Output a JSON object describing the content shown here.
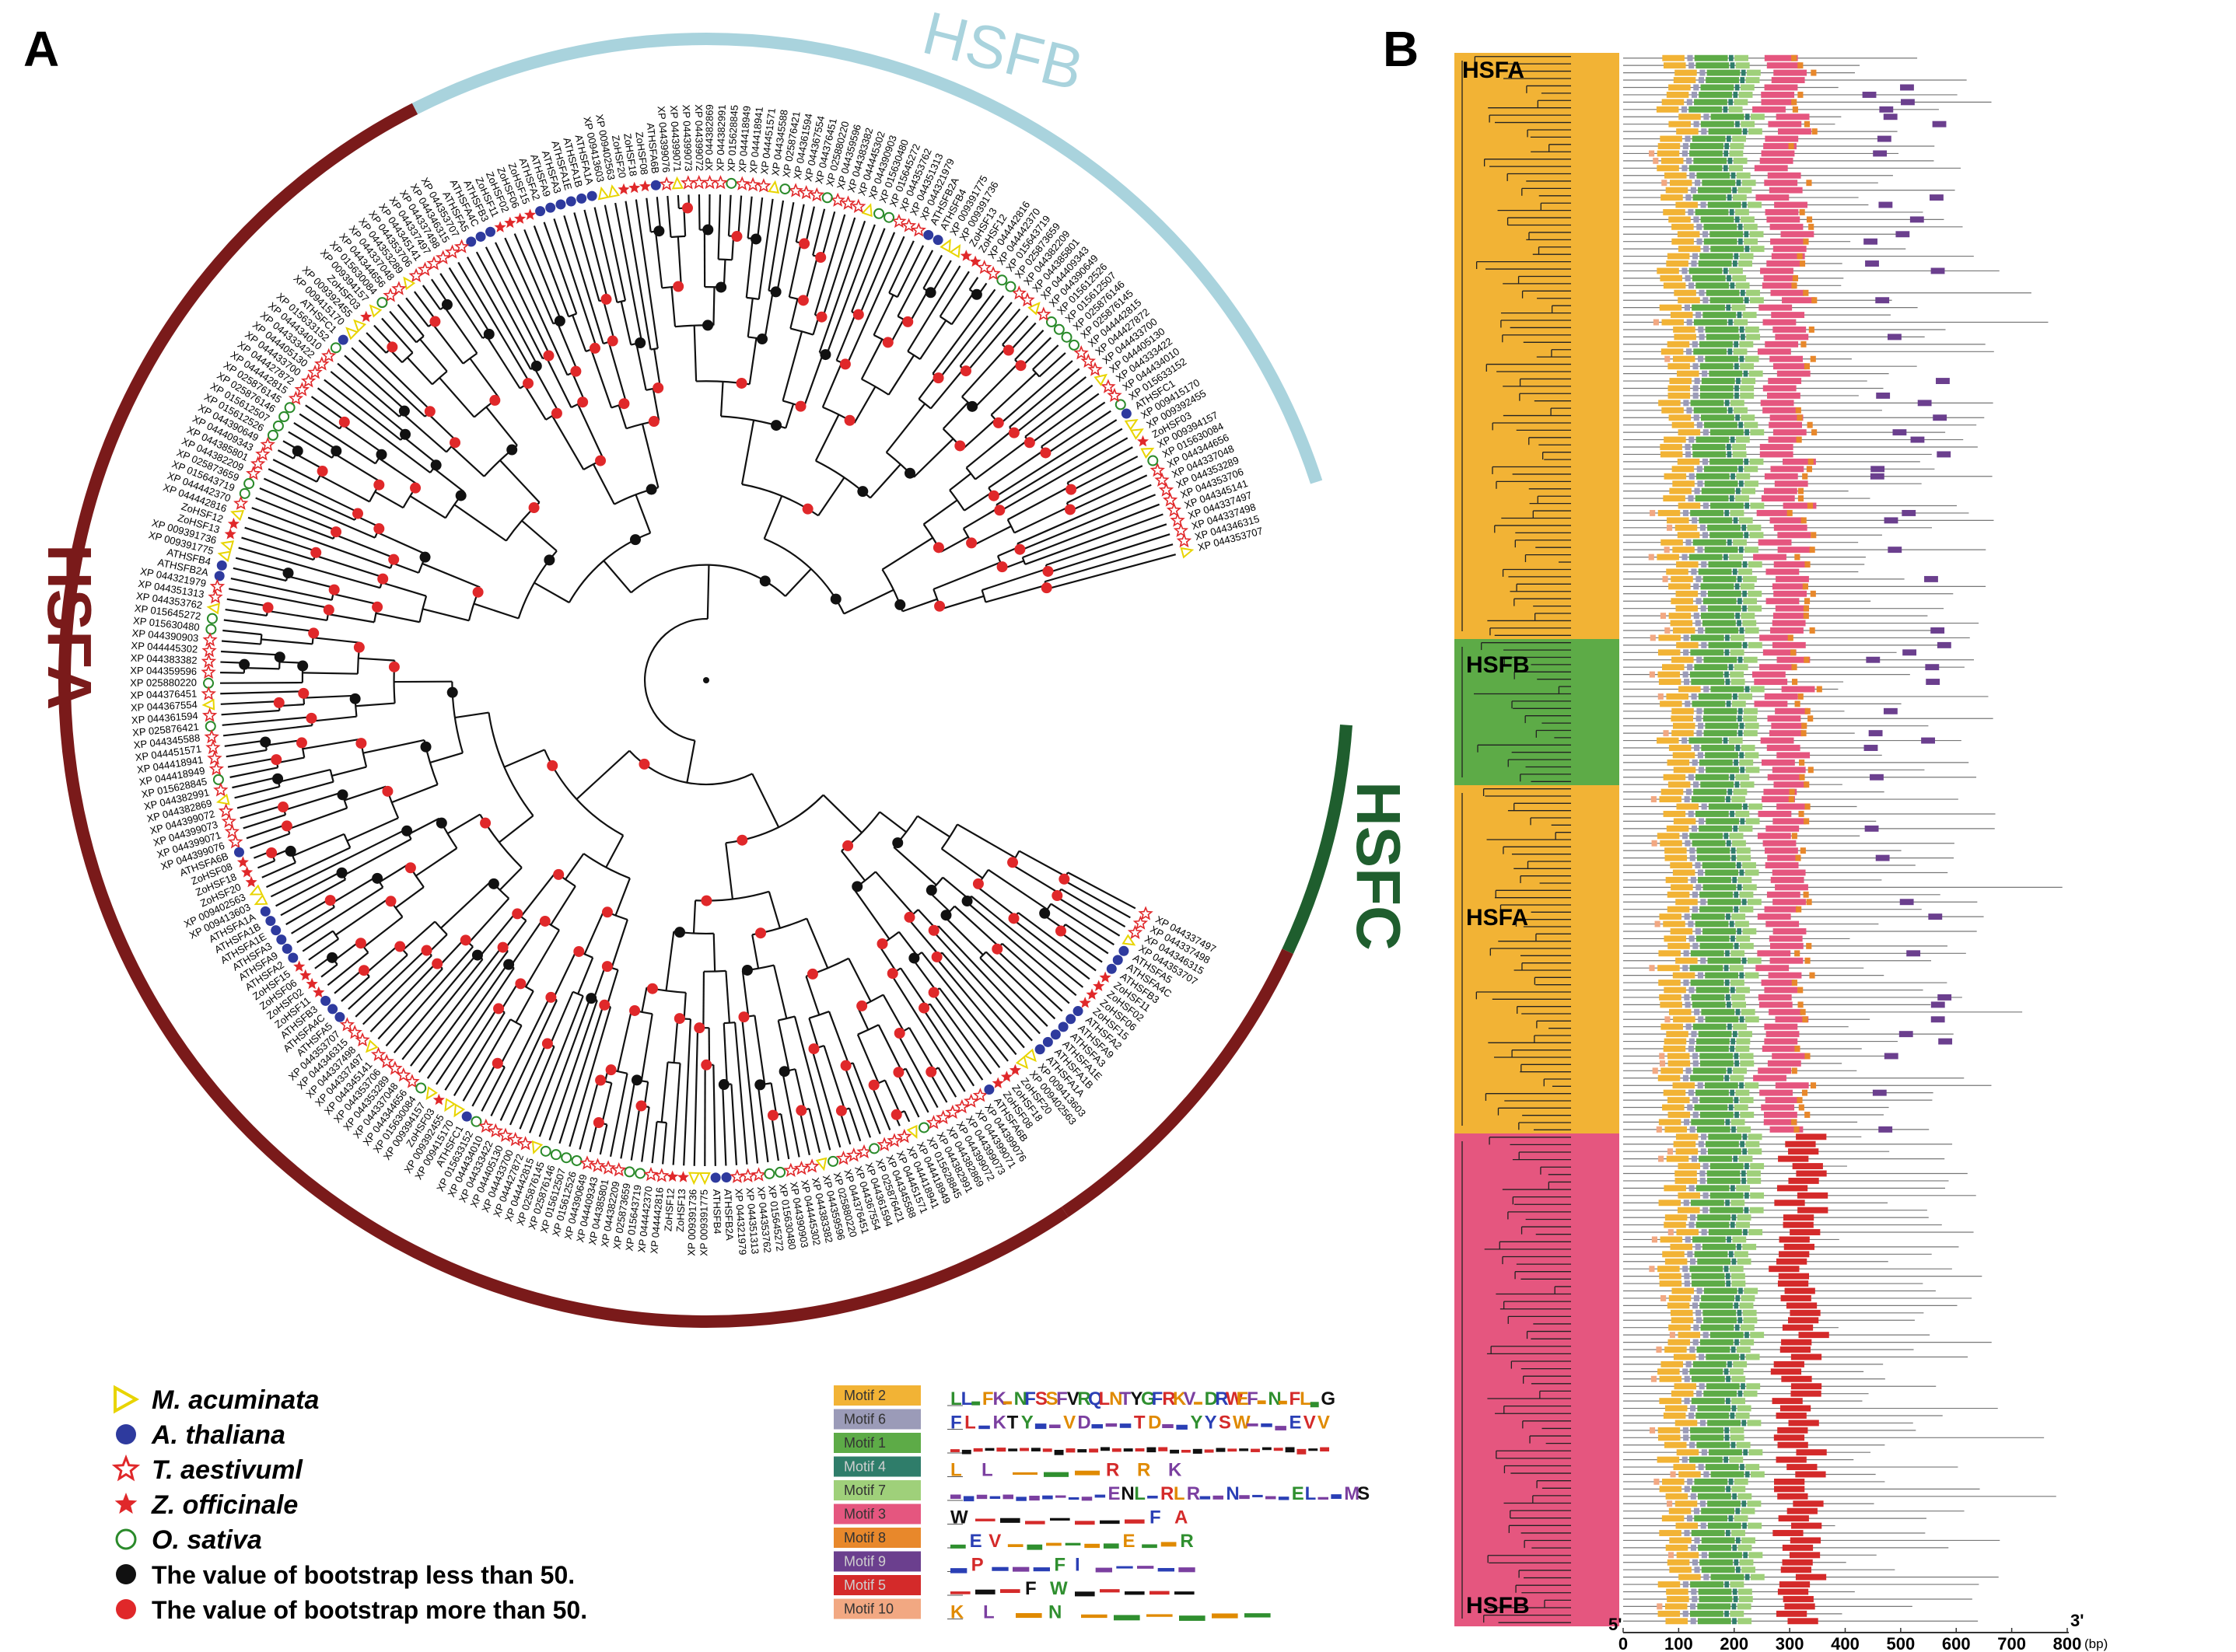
{
  "panels": {
    "a": {
      "letter": "A",
      "clade_labels": {
        "hsfb": "HSFB",
        "hsfa": "HSFA",
        "hsfc": "HSFC"
      },
      "colors": {
        "hsfa": "#7a1a1a",
        "hsfb": "#a9d3dd",
        "hsfc": "#1f5e2e",
        "musa": "#e8d400",
        "arabidopsis": "#2e3a9e",
        "triticum": "#e0282a",
        "zingiber": "#e0282a",
        "oryza": "#2a8a2a",
        "boot_low": "#111111",
        "boot_high": "#e0282a"
      },
      "tip_samples": [
        "XP 044353707",
        "XP 044346315",
        "XP 044337498",
        "XP 044337497",
        "XP 044345141",
        "XP 044353706",
        "XP 044353289",
        "XP 044337048",
        "XP 044344656",
        "XP 015630084",
        "XP 009394157",
        "ZoHSF03",
        "XP 009392455",
        "XP 009415170",
        "ATHSFC1",
        "XP 015633152",
        "XP 044434010",
        "XP 044333422",
        "XP 044405130",
        "XP 044433700",
        "XP 044427872",
        "XP 044442815",
        "XP 025876145",
        "XP 025876146",
        "XP 015612507",
        "XP 015612526",
        "XP 044390649",
        "XP 044409343",
        "XP 044385801",
        "XP 044382209",
        "XP 025873659",
        "XP 015643719",
        "XP 044442370",
        "XP 044442816",
        "ZoHSF12",
        "ZoHSF13",
        "XP 009391736",
        "XP 009391775",
        "ATHSFB4",
        "ATHSFB2A",
        "XP 044321979",
        "XP 044351313",
        "XP 044353762",
        "XP 015645272",
        "XP 015630480",
        "XP 044390903",
        "XP 044445302",
        "XP 044383382",
        "XP 044359596",
        "XP 025880220",
        "XP 044376451",
        "XP 044367554",
        "XP 044361594",
        "XP 025876421",
        "XP 044345588",
        "XP 044451571",
        "XP 044418941",
        "XP 044418949",
        "XP 015628845",
        "XP 044382991",
        "XP 044382869",
        "XP 044399072",
        "XP 044399073",
        "XP 044399071",
        "XP 044399076",
        "ATHSFA6B",
        "ZoHSF08",
        "ZoHSF18",
        "ZoHSF20",
        "XP 009402563",
        "XP 009413603",
        "ATHSFA1A",
        "ATHSFA1B",
        "ATHSFA1E",
        "ATHSFA3",
        "ATHSFA9",
        "ATHSFA2",
        "ZoHSF15",
        "ZoHSF06",
        "ZoHSF02",
        "ZoHSF11",
        "ATHSFB3",
        "ATHSFA4C",
        "ATHSFA5"
      ]
    },
    "b": {
      "letter": "B",
      "group_labels": {
        "hsfa_top": "HSFA",
        "hsfb_mid": "HSFB",
        "hsfa_low": "HSFA",
        "hsfb_bottom": "HSFB"
      },
      "group_colors": {
        "hsfa": "#f2b335",
        "hsfb": "#5dab47",
        "hsfb_bottom": "#e5567f"
      },
      "axis": {
        "ticks": [
          "0",
          "100",
          "200",
          "300",
          "400",
          "500",
          "600",
          "700",
          "800"
        ],
        "unit": "(bp)",
        "five_prime": "5'",
        "three_prime": "3'",
        "max_bp": 800
      }
    }
  },
  "legend": {
    "species": [
      {
        "symbol": "open-triangle",
        "name": "M. acuminata",
        "color": "#e8d400"
      },
      {
        "symbol": "filled-circle",
        "name": "A. thaliana",
        "color": "#2e3a9e"
      },
      {
        "symbol": "open-star",
        "name": "T. aestivuml",
        "color": "#e0282a"
      },
      {
        "symbol": "filled-star",
        "name": "Z. officinale",
        "color": "#e0282a"
      },
      {
        "symbol": "open-circle",
        "name": "O. sativa",
        "color": "#2a8a2a"
      }
    ],
    "bootstrap": [
      {
        "label": "The value of bootstrap less than 50.",
        "color": "#111111"
      },
      {
        "label": "The value of bootstrap more than 50.",
        "color": "#e0282a"
      }
    ]
  },
  "motifs": [
    {
      "name": "Motif 2",
      "color": "#f2b335",
      "logo": "LL·FK·NFSSFVRQLNTYGFRKV·DRWEF·N·FL·G"
    },
    {
      "name": "Motif 6",
      "color": "#9b9bb8",
      "logo": "FL·KTY··VD···TD··YYSW···EVV"
    },
    {
      "name": "Motif 1",
      "color": "#5dab47",
      "logo": "·································"
    },
    {
      "name": "Motif 4",
      "color": "#2f7d6a",
      "logo": "LL···RRK"
    },
    {
      "name": "Motif 7",
      "color": "#9fd07a",
      "logo": "············ENL·RLR··N····EL··MS"
    },
    {
      "name": "Motif 3",
      "color": "#e5567f",
      "logo": "W·······FA"
    },
    {
      "name": "Motif 8",
      "color": "#e8882b",
      "logo": "·EV······E··R"
    },
    {
      "name": "Motif 9",
      "color": "#6b3f8e",
      "logo": "·P···FI·····"
    },
    {
      "name": "Motif 5",
      "color": "#d42a2a",
      "logo": "···FW·····"
    },
    {
      "name": "Motif 10",
      "color": "#f2a882",
      "logo": "KL·N······"
    }
  ]
}
